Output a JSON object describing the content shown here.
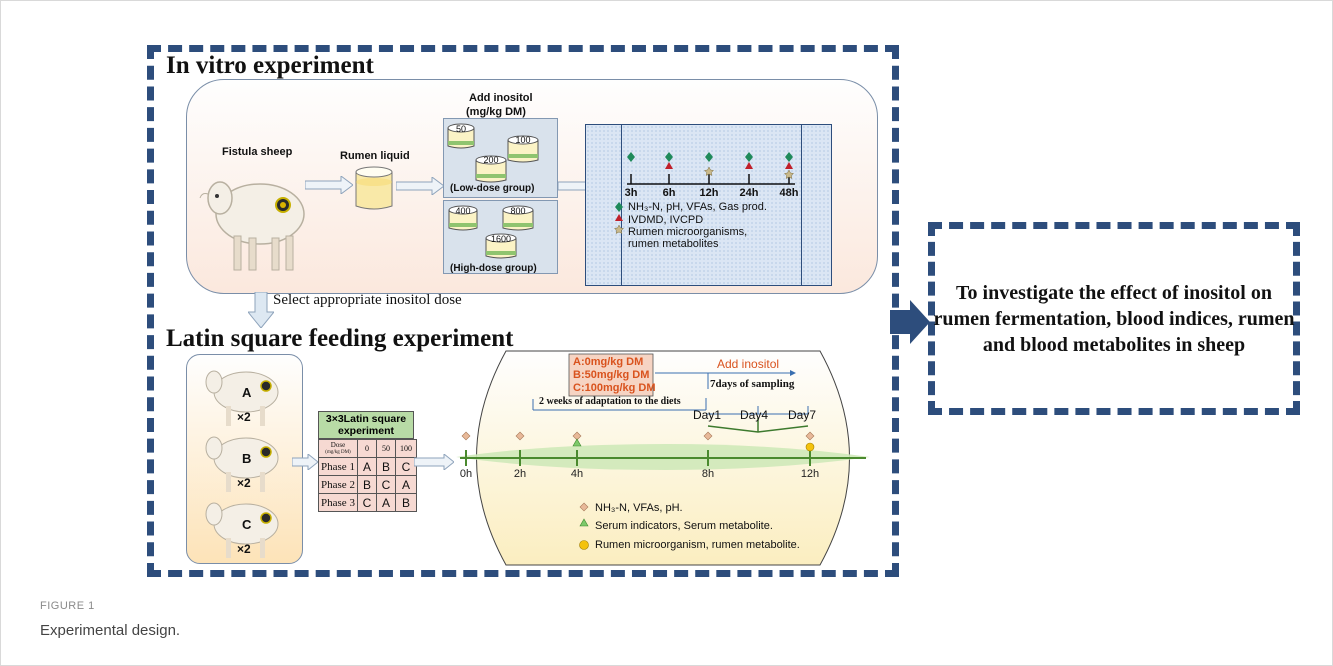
{
  "in_vitro": {
    "title": "In vitro experiment",
    "add_inositol": "Add inositol",
    "add_inositol_unit": "(mg/kg DM)",
    "fistula_sheep": "Fistula sheep",
    "rumen_liquid": "Rumen liquid",
    "low_group": "(Low-dose group)",
    "high_group": "(High-dose group)",
    "low_doses": [
      "50",
      "100",
      "200"
    ],
    "high_doses": [
      "400",
      "800",
      "1600"
    ],
    "timepoints": [
      "3h",
      "6h",
      "12h",
      "24h",
      "48h"
    ],
    "legend": [
      {
        "symbol": "diamond-green",
        "text": "NH₃-N, pH, VFAs, Gas prod."
      },
      {
        "symbol": "triangle-red",
        "text": "IVDMD, IVCPD"
      },
      {
        "symbol": "star-tan",
        "text": "Rumen microorganisms,"
      },
      {
        "symbol": "none",
        "text": "rumen metabolites"
      }
    ]
  },
  "select_dose": "Select appropriate inositol dose",
  "latin": {
    "title": "Latin square feeding experiment",
    "sheep_labels": [
      "A",
      "B",
      "C"
    ],
    "count": "×2",
    "table_title_1": "3×3Latin square",
    "table_title_2": "experiment",
    "dose_label": "Dose",
    "dose_unit": "(mg/kg DM)",
    "dose_cols": [
      "0",
      "50",
      "100"
    ],
    "rows": [
      {
        "phase": "Phase 1",
        "cells": [
          "A",
          "B",
          "C"
        ]
      },
      {
        "phase": "Phase 2",
        "cells": [
          "B",
          "C",
          "A"
        ]
      },
      {
        "phase": "Phase 3",
        "cells": [
          "C",
          "A",
          "B"
        ]
      }
    ],
    "diets": [
      "A:0mg/kg DM",
      "B:50mg/kg DM",
      "C:100mg/kg DM"
    ],
    "add_inositol": "Add inositol",
    "sampling": "7days of sampling",
    "adaptation": "2 weeks of adaptation to the diets",
    "days": [
      "Day1",
      "Day4",
      "Day7"
    ],
    "hours": [
      "0h",
      "2h",
      "4h",
      "8h",
      "12h"
    ],
    "legend": [
      {
        "symbol": "diamond-tan",
        "text": "NH₃-N, VFAs, pH."
      },
      {
        "symbol": "triangle-green",
        "text": "Serum indicators, Serum metabolite."
      },
      {
        "symbol": "circle-yellow",
        "text": "Rumen microorganism, rumen metabolite."
      }
    ]
  },
  "objective": "To investigate the effect of inositol on rumen fermentation, blood indices, rumen and blood metabolites in sheep",
  "caption": {
    "label": "FIGURE 1",
    "text": "Experimental design."
  },
  "colors": {
    "dash": "#2d4d7c",
    "arrow": "#2d4d7c",
    "diet_text": "#d9531e",
    "panel_fill": "#fde9dc",
    "timeline": "#9fd18f"
  }
}
